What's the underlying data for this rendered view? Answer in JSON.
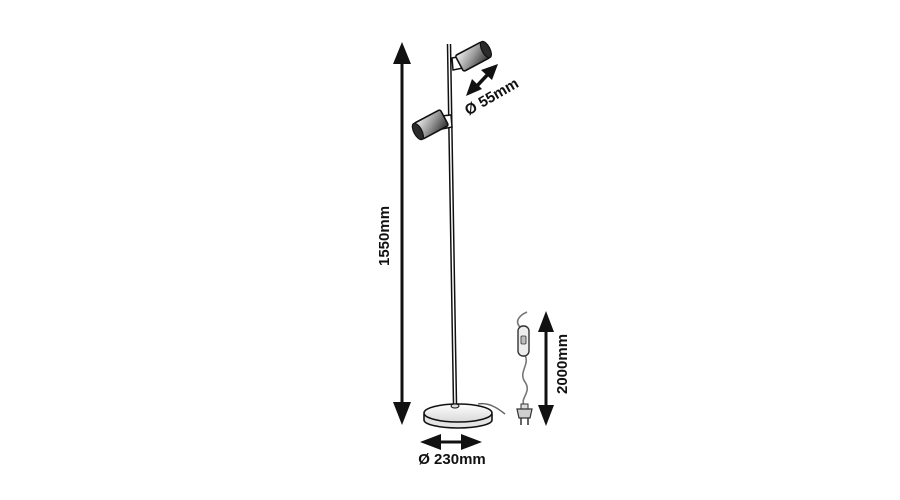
{
  "dimensions": {
    "height": "1550mm",
    "head_diameter": "Ø 55mm",
    "base_diameter": "Ø 230mm",
    "cable_length": "2000mm"
  },
  "colors": {
    "line": "#111111",
    "shade_dark": "#3a3a3a",
    "shade_mid": "#8a8a8a",
    "base_fill": "#f2f2f2",
    "cable": "#666666"
  }
}
